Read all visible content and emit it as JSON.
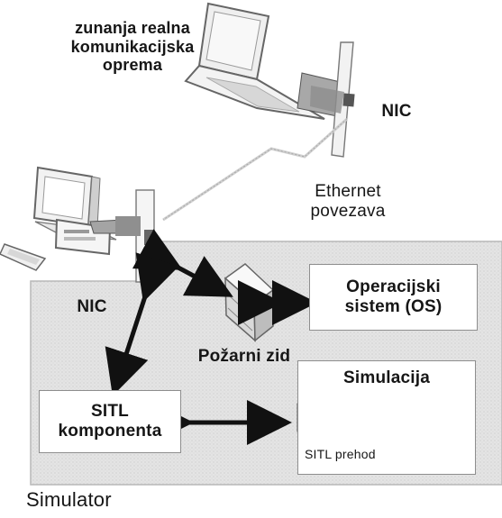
{
  "nodes": {
    "external_equipment": {
      "label": "zunanja realna\nkomunikacijska\noprema"
    },
    "nic_top": {
      "label": "NIC"
    },
    "ethernet": {
      "label": "Ethernet\npovezava"
    },
    "nic_left": {
      "label": "NIC"
    },
    "os": {
      "label": "Operacijski\nsistem (OS)"
    },
    "firewall": {
      "label": "Požarni zid"
    },
    "simulation": {
      "label": "Simulacija"
    },
    "sitl_component": {
      "label": "SITL\nkomponenta"
    },
    "sitl_gateway": {
      "label": "SITL prehod"
    },
    "simulator": {
      "label": "Simulator"
    }
  },
  "colors": {
    "simulator_fill": "#e4e4e4",
    "box_border": "#8e8e8e",
    "arrow": "#111111",
    "device_body": "#f2f2f2"
  },
  "icons": [
    "laptop-icon",
    "desktop-computer-icon",
    "nic-card-icon",
    "firewall-icon",
    "network-jack-icon",
    "lightning-link-icon"
  ]
}
